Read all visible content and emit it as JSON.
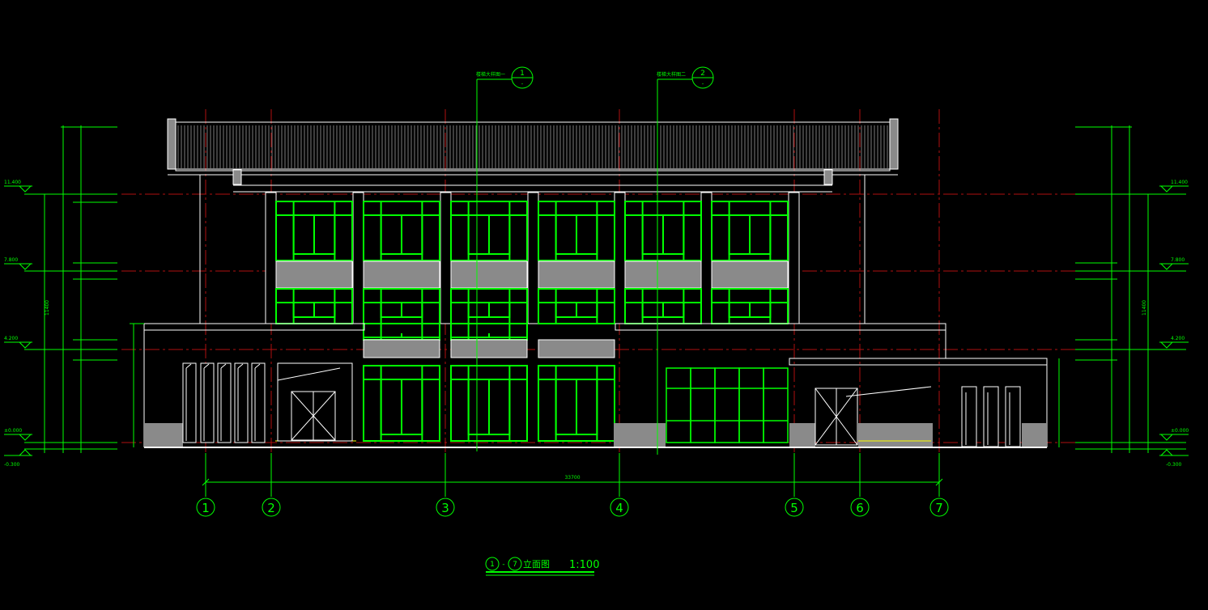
{
  "drawing": {
    "title_text": "立面图",
    "title_range_start": "1",
    "title_range_end": "7",
    "title_scale": "1:100",
    "overall_dimension": "33700",
    "axis_labels": [
      "1",
      "2",
      "3",
      "4",
      "5",
      "6",
      "7"
    ],
    "section_markers": [
      {
        "label": "1",
        "tag": "楼梯大样图一"
      },
      {
        "label": "2",
        "tag": "楼梯大样图二"
      }
    ],
    "elevations_left": [
      "11.400",
      "7.800",
      "4.200",
      "±0.000",
      "-0.300"
    ],
    "elevations_right": [
      "11.400",
      "7.800",
      "4.200",
      "±0.000",
      "-0.300"
    ],
    "total_height_dim": "11400"
  },
  "colors": {
    "background": "#000000",
    "dimension_lines": "#00ff00",
    "outline": "#ffffff",
    "axis_lines": "#b01010",
    "glazing": "#00ff00",
    "panel": "#8a8a8a"
  }
}
